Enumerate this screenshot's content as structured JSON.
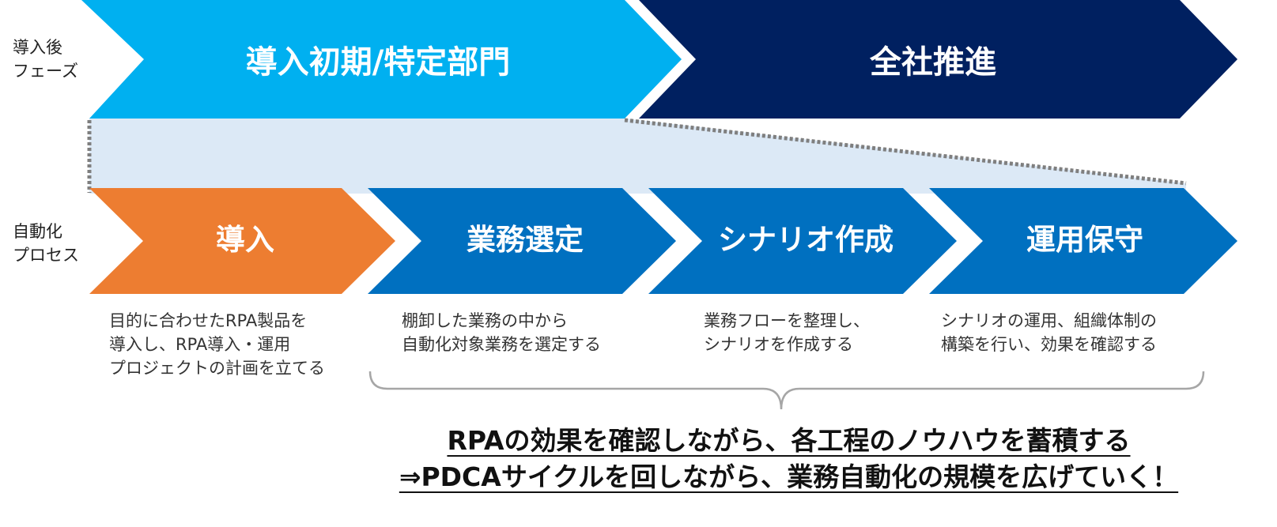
{
  "labels": {
    "phase_row": [
      "導入後",
      "フェーズ"
    ],
    "process_row": [
      "自動化",
      "プロセス"
    ]
  },
  "phases": [
    {
      "label": "導入初期/特定部門",
      "color": "#00b0f0"
    },
    {
      "label": "全社推進",
      "color": "#002060"
    }
  ],
  "steps": [
    {
      "label": "導入",
      "color": "#ed7d31"
    },
    {
      "label": "業務選定",
      "color": "#0070c0"
    },
    {
      "label": "シナリオ作成",
      "color": "#0070c0"
    },
    {
      "label": "運用保守",
      "color": "#0070c0"
    }
  ],
  "descriptions": [
    [
      "目的に合わせたRPA製品を",
      "導入し、RPA導入・運用",
      "プロジェクトの計画を立てる"
    ],
    [
      "棚卸した業務の中から",
      "自動化対象業務を選定する"
    ],
    [
      "業務フローを整理し、",
      "シナリオを作成する"
    ],
    [
      "シナリオの運用、組織体制の",
      "構築を行い、効果を確認する"
    ]
  ],
  "conclusion": {
    "line1": "RPAの効果を確認しながら、各工程のノウハウを蓄積する",
    "line2": "⇒PDCAサイクルを回しながら、業務自動化の規模を広げていく！"
  },
  "colors": {
    "band": "#dce9f6",
    "dotted_line": "#7f7f7f",
    "brace": "#a6a6a6"
  }
}
